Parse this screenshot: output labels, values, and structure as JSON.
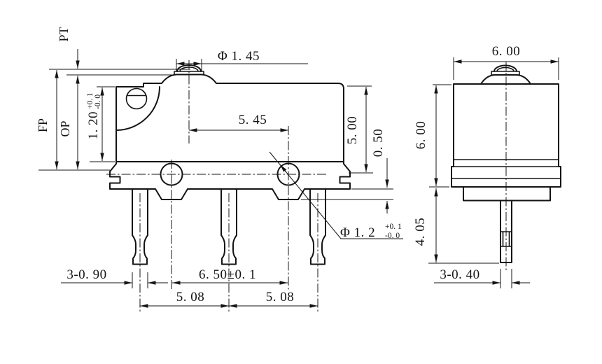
{
  "drawing_type": "micro-switch engineering drawing, front and side views",
  "colors": {
    "ink": "#141414",
    "background": "#ffffff"
  },
  "front": {
    "label_pt": "PT",
    "label_fp": "FP",
    "label_op": "OP",
    "plunger_height": "1. 20",
    "plunger_height_tol_plus": "+0. 1",
    "plunger_height_tol_minus": "-0. 0",
    "button_dia": "Φ 1. 45",
    "center_to_hole": "5. 45",
    "body_height": "5. 00",
    "standoff": "0. 50",
    "hole_dia": "Φ 1. 2",
    "hole_dia_tol_plus": "+0. 1",
    "hole_dia_tol_minus": "-0. 0",
    "pin_width": "3-0. 90",
    "hole_pitch": "6. 50±0. 1",
    "pin_pitch_left": "5. 08",
    "pin_pitch_right": "5. 08"
  },
  "side": {
    "width": "6. 00",
    "height": "6. 00",
    "pin_length": "4. 05",
    "pin_width": "3-0. 40"
  }
}
